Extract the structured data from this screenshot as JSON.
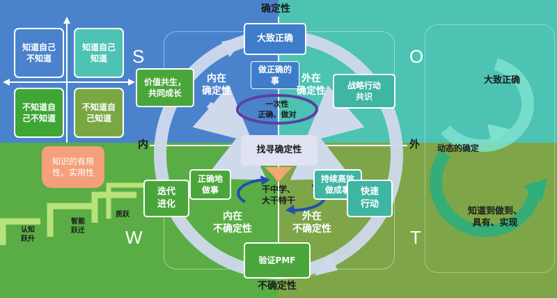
{
  "axes": {
    "top": "确定性",
    "bottom": "不确定性",
    "left": "内",
    "right": "外"
  },
  "letters": {
    "s": "S",
    "o": "O",
    "w": "W",
    "t": "T"
  },
  "johari": {
    "tl": "知道自己\n不知道",
    "tr": "知道自己\n知道",
    "bl": "不知道自\n己不知道",
    "br": "不知道自\n己知道"
  },
  "knowledge_box": "知识的有用\n性、实用性",
  "stairs": {
    "l1": "认知\n跃升",
    "l2": "智能\n跃迁",
    "l3": "质跃"
  },
  "center": {
    "top_box": "大致正确",
    "inner_top": "做正确的\n事",
    "ellipse": "一次性\n正确、做对",
    "find": "找寻确定性",
    "cycle": "干中学、\n大干特干",
    "bottom_box": "验证PMF"
  },
  "quadrant_labels": {
    "inner_certain": "内在\n确定性",
    "outer_certain": "外在\n确定性",
    "inner_uncertain": "内在\n不确定性",
    "outer_uncertain": "外在\n不确定性"
  },
  "boxes": {
    "value": "价值共生，\n共同成长",
    "strategy": "战略行动\n共识",
    "iterate": "迭代\n进化",
    "correct": "正确地\n做事",
    "sustain": "持续高效\n做成事",
    "fast": "快速\n行动"
  },
  "right_side": {
    "top": "大致正确",
    "mid": "动态的确定",
    "bottom": "知道到做到、\n具有、实现"
  },
  "colors": {
    "blue": "#4a83cc",
    "teal": "#4cc3b3",
    "green": "#5aad45",
    "olive": "#7ea648",
    "box_green": "#4aa63a",
    "box_teal": "#3fb5a3",
    "box_blue": "#3f7cc9",
    "salmon": "#f4a07a",
    "orange_arrow": "#f2a86e",
    "ring": "#cfd9ec"
  }
}
